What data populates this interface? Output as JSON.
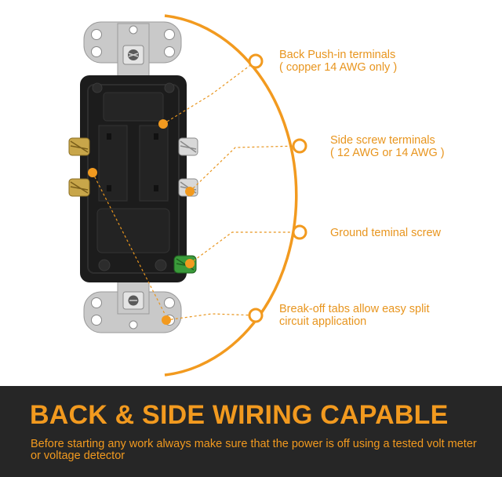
{
  "palette": {
    "accent": "#f29a1f",
    "footer_background": "#262626",
    "receptacle_body": "#1c1c1c",
    "mounting_strap": "#c9c9c9",
    "ground_screw": "#3a9a3a"
  },
  "callouts": [
    {
      "id": "push-in",
      "lines": [
        "Back Push-in terminals",
        "( copper 14 AWG only )"
      ]
    },
    {
      "id": "side-screw",
      "lines": [
        "Side screw terminals",
        "( 12 AWG or 14 AWG )"
      ]
    },
    {
      "id": "ground",
      "lines": [
        "Ground teminal screw"
      ]
    },
    {
      "id": "break-off",
      "lines": [
        "Break-off tabs allow easy split",
        "circuit application"
      ]
    }
  ],
  "footer": {
    "headline": "BACK & SIDE WIRING CAPABLE",
    "note": "Before starting any work always make sure that the power is off using a tested volt meter or voltage detector"
  }
}
